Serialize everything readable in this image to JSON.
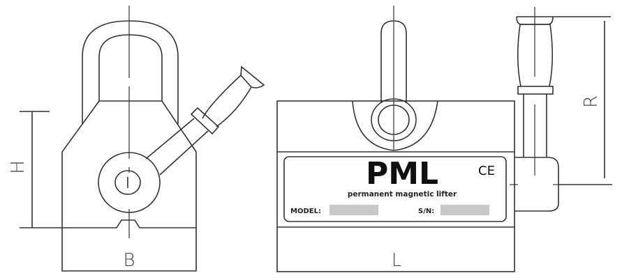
{
  "diagram": {
    "title": "Permanent magnetic lifter dimension drawing",
    "side_view": {
      "dimension_labels": {
        "height": "H",
        "width": "B"
      }
    },
    "front_view": {
      "dimension_labels": {
        "length": "L",
        "handle_reach": "R"
      },
      "nameplate": {
        "brand": "PML",
        "certification_mark": "CE",
        "subtitle": "permanent magnetic lifter",
        "model_label": "MODEL:",
        "model_value": "",
        "serial_label": "S/N:",
        "serial_value": ""
      }
    },
    "colors": {
      "line": "#333333",
      "nameplate_field": "#c8c8c8",
      "background": "#ffffff"
    }
  }
}
